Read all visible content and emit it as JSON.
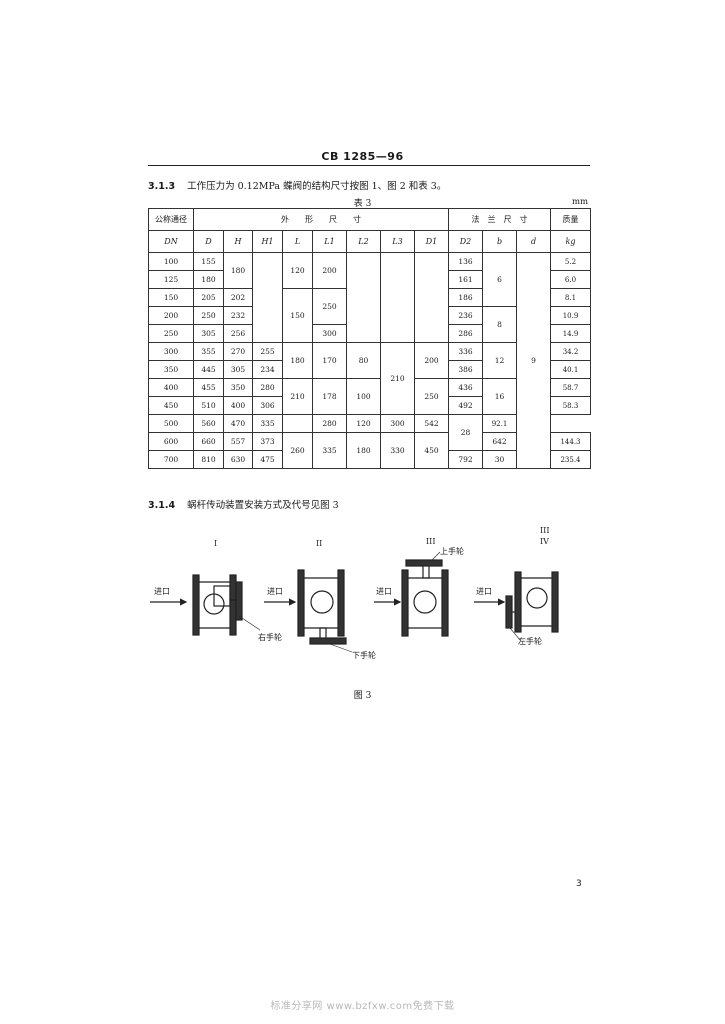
{
  "header": {
    "standard_no": "CB 1285—96"
  },
  "clause_313": {
    "number": "3.1.3",
    "text": "工作压力为 0.12MPa 蝶阀的结构尺寸按图 1、图 2 和表 3。"
  },
  "table3": {
    "caption": "表 3",
    "unit": "mm",
    "header_row1": {
      "dn": "公称通径",
      "outer": "外　　形　　尺　　寸",
      "flange": "法　兰　尺　寸",
      "mass": "质量"
    },
    "header_row2": {
      "dn": "DN",
      "D": "D",
      "H": "H",
      "H1": "H1",
      "L": "L",
      "L1": "L1",
      "L2": "L2",
      "L3": "L3",
      "D1": "D1",
      "D2": "D2",
      "b": "b",
      "d": "d",
      "mass_unit": "kg"
    },
    "rows": [
      {
        "dn": "100",
        "D": "155",
        "H": "180",
        "L": "120",
        "L1": "200",
        "D2": "136",
        "b": "6",
        "d": "9",
        "w": "5.2"
      },
      {
        "dn": "125",
        "D": "180",
        "D2": "161",
        "w": "6.0"
      },
      {
        "dn": "150",
        "D": "205",
        "H": "202",
        "L1": "250",
        "D2": "186",
        "w": "8.1"
      },
      {
        "dn": "200",
        "D": "250",
        "H": "232",
        "L": "150",
        "D2": "236",
        "b": "8",
        "w": "10.9"
      },
      {
        "dn": "250",
        "D": "305",
        "H": "256",
        "L1": "300",
        "D2": "286",
        "w": "14.9"
      },
      {
        "dn": "300",
        "D": "355",
        "H": "270",
        "H1": "255",
        "L": "180",
        "L1": "170",
        "L2": "80",
        "L3": "210",
        "D1": "200",
        "D2": "336",
        "b": "12",
        "w": "34.2"
      },
      {
        "dn": "350",
        "D": "445",
        "H": "305",
        "H1": "234",
        "D2": "386",
        "w": "40.1"
      },
      {
        "dn": "400",
        "D": "455",
        "H": "350",
        "H1": "280",
        "L": "210",
        "L1": "178",
        "L2": "100",
        "D1": "250",
        "D2": "436",
        "b": "16",
        "w": "58.7"
      },
      {
        "dn": "450",
        "D": "510",
        "H": "400",
        "H1": "306",
        "D2": "492",
        "w": "58.3"
      },
      {
        "dn": "500",
        "D": "560",
        "H": "470",
        "H1": "335",
        "L1": "280",
        "L2": "120",
        "L3": "330",
        "D1": "300",
        "D2": "542",
        "b": "28",
        "w": "92.1"
      },
      {
        "dn": "600",
        "D": "660",
        "H": "557",
        "H1": "373",
        "L": "260",
        "L1": "335",
        "L2": "180",
        "D1": "450",
        "D2": "642",
        "w": "144.3"
      },
      {
        "dn": "700",
        "D": "810",
        "H": "630",
        "H1": "475",
        "D2": "792",
        "b": "30",
        "w": "235.4"
      }
    ]
  },
  "clause_314": {
    "number": "3.1.4",
    "text": "蜗杆传动装置安装方式及代号见图 3"
  },
  "figure3": {
    "types": [
      "I",
      "II",
      "III",
      "III",
      "IV"
    ],
    "inlet": "进口",
    "right_wheel": "右手轮",
    "lower_wheel": "下手轮",
    "upper_wheel": "上手轮",
    "left_wheel": "左手轮",
    "caption": "图 3"
  },
  "page_number": "3",
  "watermark": "标准分享网 www.bzfxw.com免费下载"
}
